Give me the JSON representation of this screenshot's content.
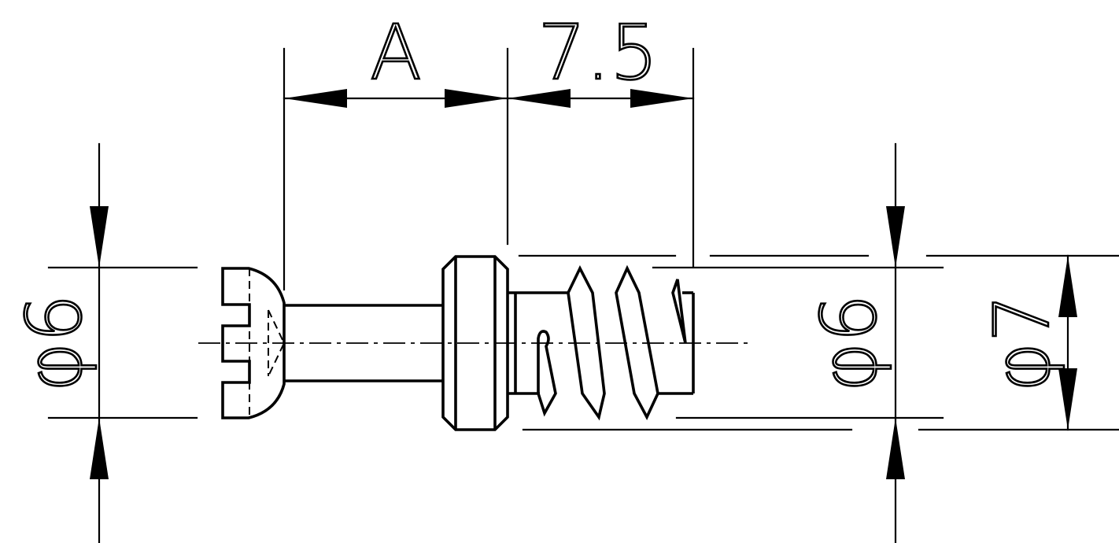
{
  "drawing": {
    "dimensions": {
      "length_a": "A",
      "length_b": "7.5",
      "dia_head": "φ6",
      "dia_thread_inner": "φ6",
      "dia_thread_outer": "φ7"
    }
  }
}
